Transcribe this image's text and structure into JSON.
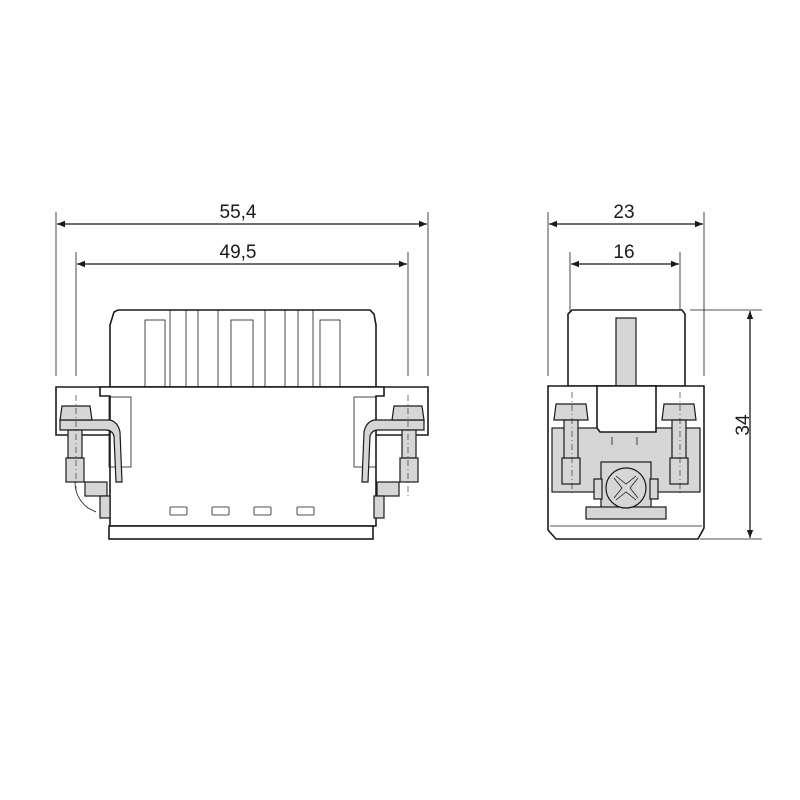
{
  "dimensions": {
    "front_overall_width": "55,4",
    "front_pin_width": "49,5",
    "side_overall_width": "23",
    "side_inner_width": "16",
    "side_height": "34"
  },
  "colors": {
    "line": "#1a1a1a",
    "part_fill": "#d6d6d6",
    "background": "#ffffff"
  }
}
